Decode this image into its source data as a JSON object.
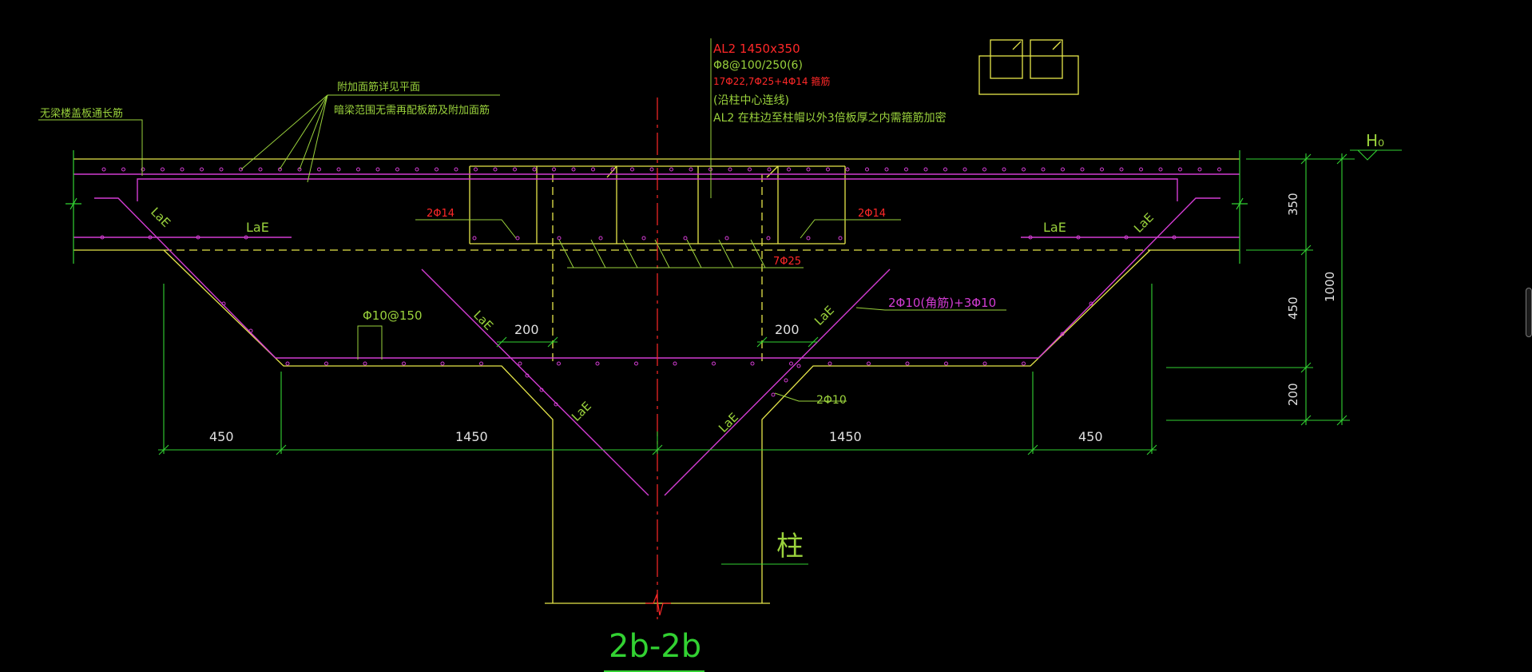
{
  "section_title": "2b-2b",
  "colors": {
    "concrete_outline": "#e6e64a",
    "rebar": "#d23cd2",
    "dimension": "#32d232",
    "note_green": "#9ad23c",
    "note_red": "#ff2828",
    "centerline": "#ff2828",
    "background": "#000000"
  },
  "annotations": {
    "beam_note": {
      "line1": "AL2 1450x350",
      "line2": "Φ8@100/250(6)",
      "line3": "17Φ22,7Φ25+4Φ14 箍筋",
      "line4": "(沿柱中心连线)",
      "line5": "AL2 在柱边至柱帽以外3倍板厚之内需箍筋加密"
    },
    "top_note_1": "附加面筋详见平面",
    "top_note_2": "暗梁范围无需再配板筋及附加面筋",
    "left_note": "无梁楼盖板通长筋",
    "column_label": "柱",
    "elevation_label": "H₀"
  },
  "rebar_labels": {
    "laE": "LaE",
    "bar_2phi14": "2Φ14",
    "bar_7phi25": "7Φ25",
    "bar_phi10_150": "Φ10@150",
    "bar_2phi10_corner": "2Φ10(角筋)+3Φ10",
    "bar_2phi10": "2Φ10"
  },
  "dimensions": {
    "bottom": [
      "450",
      "1450",
      "1450",
      "450"
    ],
    "inner_left": "200",
    "inner_right": "200",
    "right_stack": [
      "350",
      "450",
      "200"
    ],
    "right_total": "1000"
  }
}
